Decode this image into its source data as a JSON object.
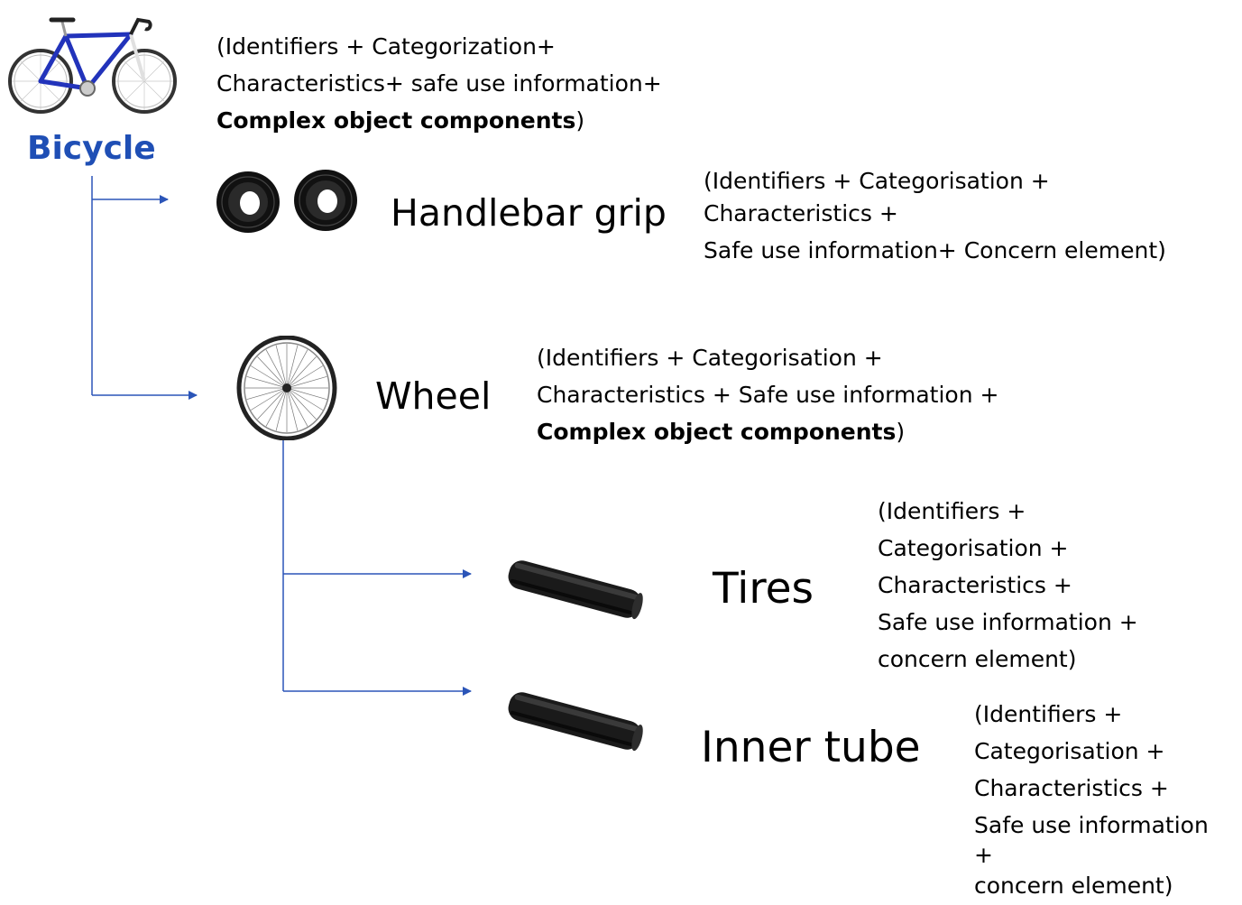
{
  "colors": {
    "accent": "#1f4fb5",
    "connector": "#2b55b8",
    "text": "#000000"
  },
  "bicycle": {
    "label": "Bicycle",
    "icon": "bicycle-icon",
    "desc_line1": "(Identifiers + Categorization+",
    "desc_line2": "Characteristics+ safe use information+",
    "desc_bold": "Complex object components",
    "desc_close": ")"
  },
  "handlebar": {
    "label": "Handlebar grip",
    "icon": "handlebar-grip-icon",
    "desc_line1": "(Identifiers + Categorisation +",
    "desc_line2": "Characteristics +",
    "desc_line3": "Safe use information+ Concern element)"
  },
  "wheel": {
    "label": "Wheel",
    "icon": "wheel-icon",
    "desc_line1": "(Identifiers + Categorisation +",
    "desc_line2": "Characteristics + Safe use information +",
    "desc_bold": "Complex object components",
    "desc_close": ")"
  },
  "tires": {
    "label": "Tires",
    "icon": "tire-icon",
    "desc_lines": [
      "(Identifiers +",
      "Categorisation +",
      "Characteristics +",
      "Safe use information +",
      "concern element)"
    ]
  },
  "inner_tube": {
    "label": "Inner tube",
    "icon": "inner-tube-icon",
    "desc_lines": [
      "(Identifiers +",
      "Categorisation +",
      "Characteristics +",
      "Safe use information",
      "+",
      "concern element)"
    ]
  }
}
